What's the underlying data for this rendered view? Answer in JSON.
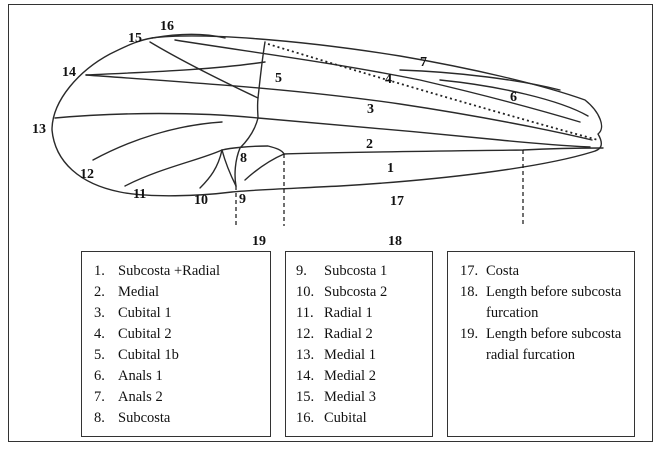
{
  "diagram": {
    "vein_labels": [
      "1",
      "2",
      "3",
      "4",
      "5",
      "6",
      "7",
      "8",
      "9",
      "10",
      "11",
      "12",
      "13",
      "14",
      "15",
      "16",
      "17"
    ],
    "measure_labels": [
      "19",
      "18"
    ]
  },
  "legend": {
    "col1": [
      {
        "num": "1.",
        "text": "Subcosta +Radial"
      },
      {
        "num": "2.",
        "text": "Medial"
      },
      {
        "num": "3.",
        "text": "Cubital 1"
      },
      {
        "num": "4.",
        "text": "Cubital 2"
      },
      {
        "num": "5.",
        "text": "Cubital 1b"
      },
      {
        "num": "6.",
        "text": "Anals 1"
      },
      {
        "num": "7.",
        "text": "Anals 2"
      },
      {
        "num": "8.",
        "text": "Subcosta"
      }
    ],
    "col2": [
      {
        "num": "9.",
        "text": "Subcosta 1"
      },
      {
        "num": "10.",
        "text": "Subcosta 2"
      },
      {
        "num": "11.",
        "text": "Radial 1"
      },
      {
        "num": "12.",
        "text": "Radial 2"
      },
      {
        "num": "13.",
        "text": "Medial 1"
      },
      {
        "num": "14.",
        "text": "Medial 2"
      },
      {
        "num": "15.",
        "text": "Medial 3"
      },
      {
        "num": "16.",
        "text": "Cubital"
      }
    ],
    "col3": [
      {
        "num": "17.",
        "text": "Costa"
      },
      {
        "num": "18.",
        "text": "Length before subcosta furcation"
      },
      {
        "num": "19.",
        "text": "Length before subcosta radial furcation"
      }
    ]
  }
}
